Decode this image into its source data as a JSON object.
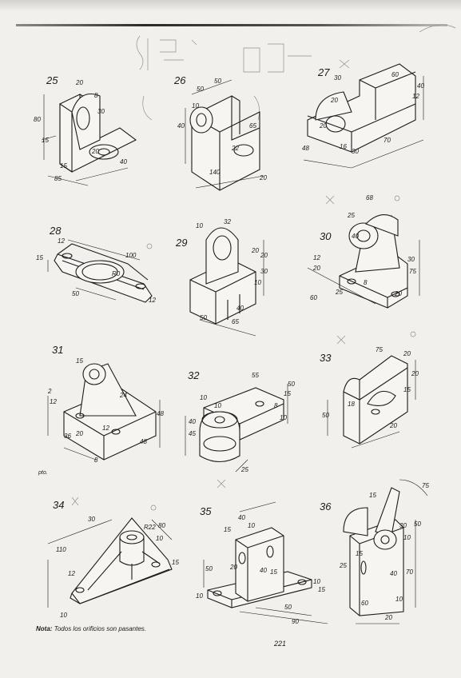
{
  "figures": [
    {
      "id": "25",
      "dims": [
        "20",
        "8",
        "30",
        "80",
        "15",
        "15",
        "85",
        "40",
        "20"
      ]
    },
    {
      "id": "26",
      "dims": [
        "50",
        "50",
        "10",
        "40",
        "65",
        "22",
        "140",
        "20"
      ]
    },
    {
      "id": "27",
      "dims": [
        "60",
        "30",
        "20",
        "20",
        "12",
        "40",
        "48",
        "16",
        "30",
        "70"
      ]
    },
    {
      "id": "28",
      "dims": [
        "12",
        "100",
        "15",
        "50",
        "R0",
        "12"
      ]
    },
    {
      "id": "29",
      "dims": [
        "32",
        "10",
        "20",
        "20",
        "30",
        "10",
        "40",
        "50",
        "65"
      ]
    },
    {
      "id": "30",
      "dims": [
        "68",
        "25",
        "40",
        "12",
        "20",
        "30",
        "60",
        "25",
        "75",
        "20",
        "8"
      ]
    },
    {
      "id": "31",
      "dims": [
        "15",
        "2",
        "12",
        "24",
        "12",
        "48",
        "36",
        "20",
        "48",
        "8"
      ]
    },
    {
      "id": "32",
      "dims": [
        "55",
        "10",
        "50",
        "15",
        "40",
        "45",
        "10",
        "8",
        "10",
        "25"
      ]
    },
    {
      "id": "33",
      "dims": [
        "75",
        "20",
        "20",
        "15",
        "50",
        "18",
        "20"
      ]
    },
    {
      "id": "34",
      "dims": [
        "30",
        "R22",
        "80",
        "10",
        "110",
        "15",
        "12",
        "10"
      ]
    },
    {
      "id": "35",
      "dims": [
        "40",
        "15",
        "10",
        "20",
        "40",
        "15",
        "50",
        "10",
        "50",
        "90",
        "15",
        "10"
      ]
    },
    {
      "id": "36",
      "dims": [
        "15",
        "30",
        "50",
        "10",
        "40",
        "15",
        "25",
        "70",
        "60",
        "10",
        "20",
        "75"
      ]
    }
  ],
  "note": {
    "label": "Nota:",
    "text": "Todos los orificios son pasantes."
  },
  "page_number": "221",
  "margin_mark": "pto."
}
